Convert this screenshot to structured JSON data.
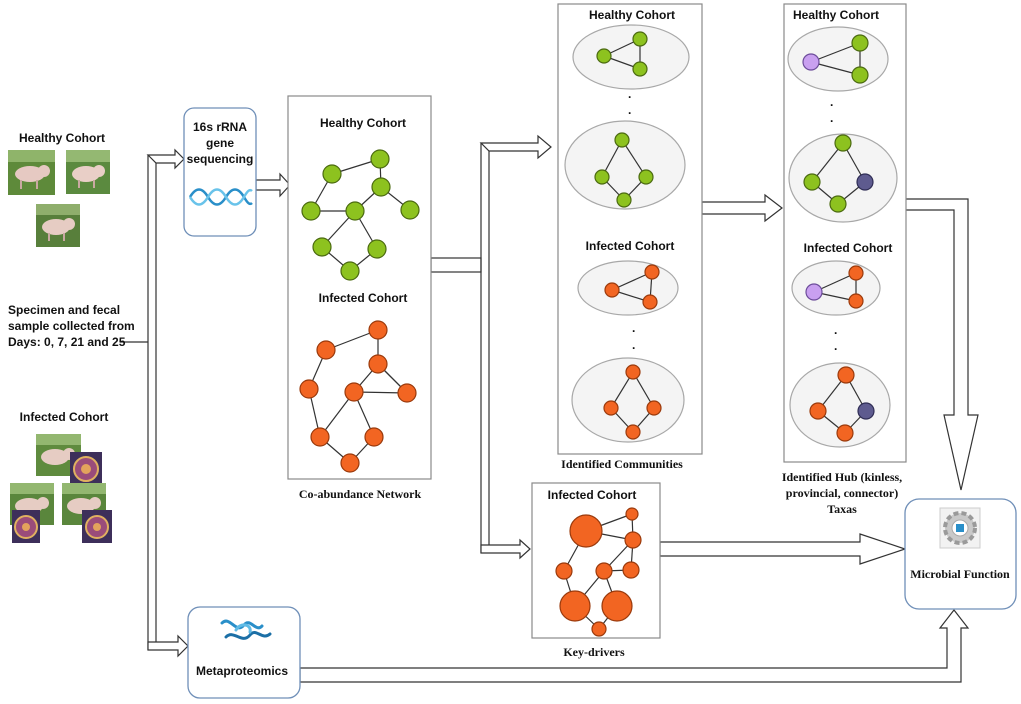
{
  "inputs": {
    "healthy_title": "Healthy Cohort",
    "infected_title": "Infected Cohort",
    "specimen_lines": [
      "Specimen and fecal",
      "sample collected from",
      "Days: 0, 7, 21 and 25"
    ]
  },
  "sequencing": {
    "lines": [
      "16s rRNA",
      "gene",
      "sequencing"
    ],
    "icon": "dna-helix-icon"
  },
  "coabundance": {
    "healthy_title": "Healthy Cohort",
    "infected_title": "Infected Cohort",
    "caption": "Co-abundance Network"
  },
  "communities": {
    "healthy_title": "Healthy Cohort",
    "infected_title": "Infected Cohort",
    "caption": "Identified Communities"
  },
  "hubs": {
    "healthy_title": "Healthy Cohort",
    "infected_title": "Infected Cohort",
    "caption_lines": [
      "Identified Hub (kinless,",
      "provincial, connector)",
      "Taxas"
    ]
  },
  "keydrivers": {
    "title": "Infected Cohort",
    "caption": "Key-drivers"
  },
  "metaproteomics": {
    "label": "Metaproteomics",
    "icon": "protein-ribbon-icon"
  },
  "microbial": {
    "label": "Microbial Function",
    "icon": "gear-icon"
  },
  "ellipsis": ".",
  "colors": {
    "healthy_node": "#8dc21f",
    "infected_node": "#f26522",
    "hub_purple": "#c9a0f0",
    "hub_navy": "#5e5b8f",
    "box_border": "#6f8fb8"
  }
}
